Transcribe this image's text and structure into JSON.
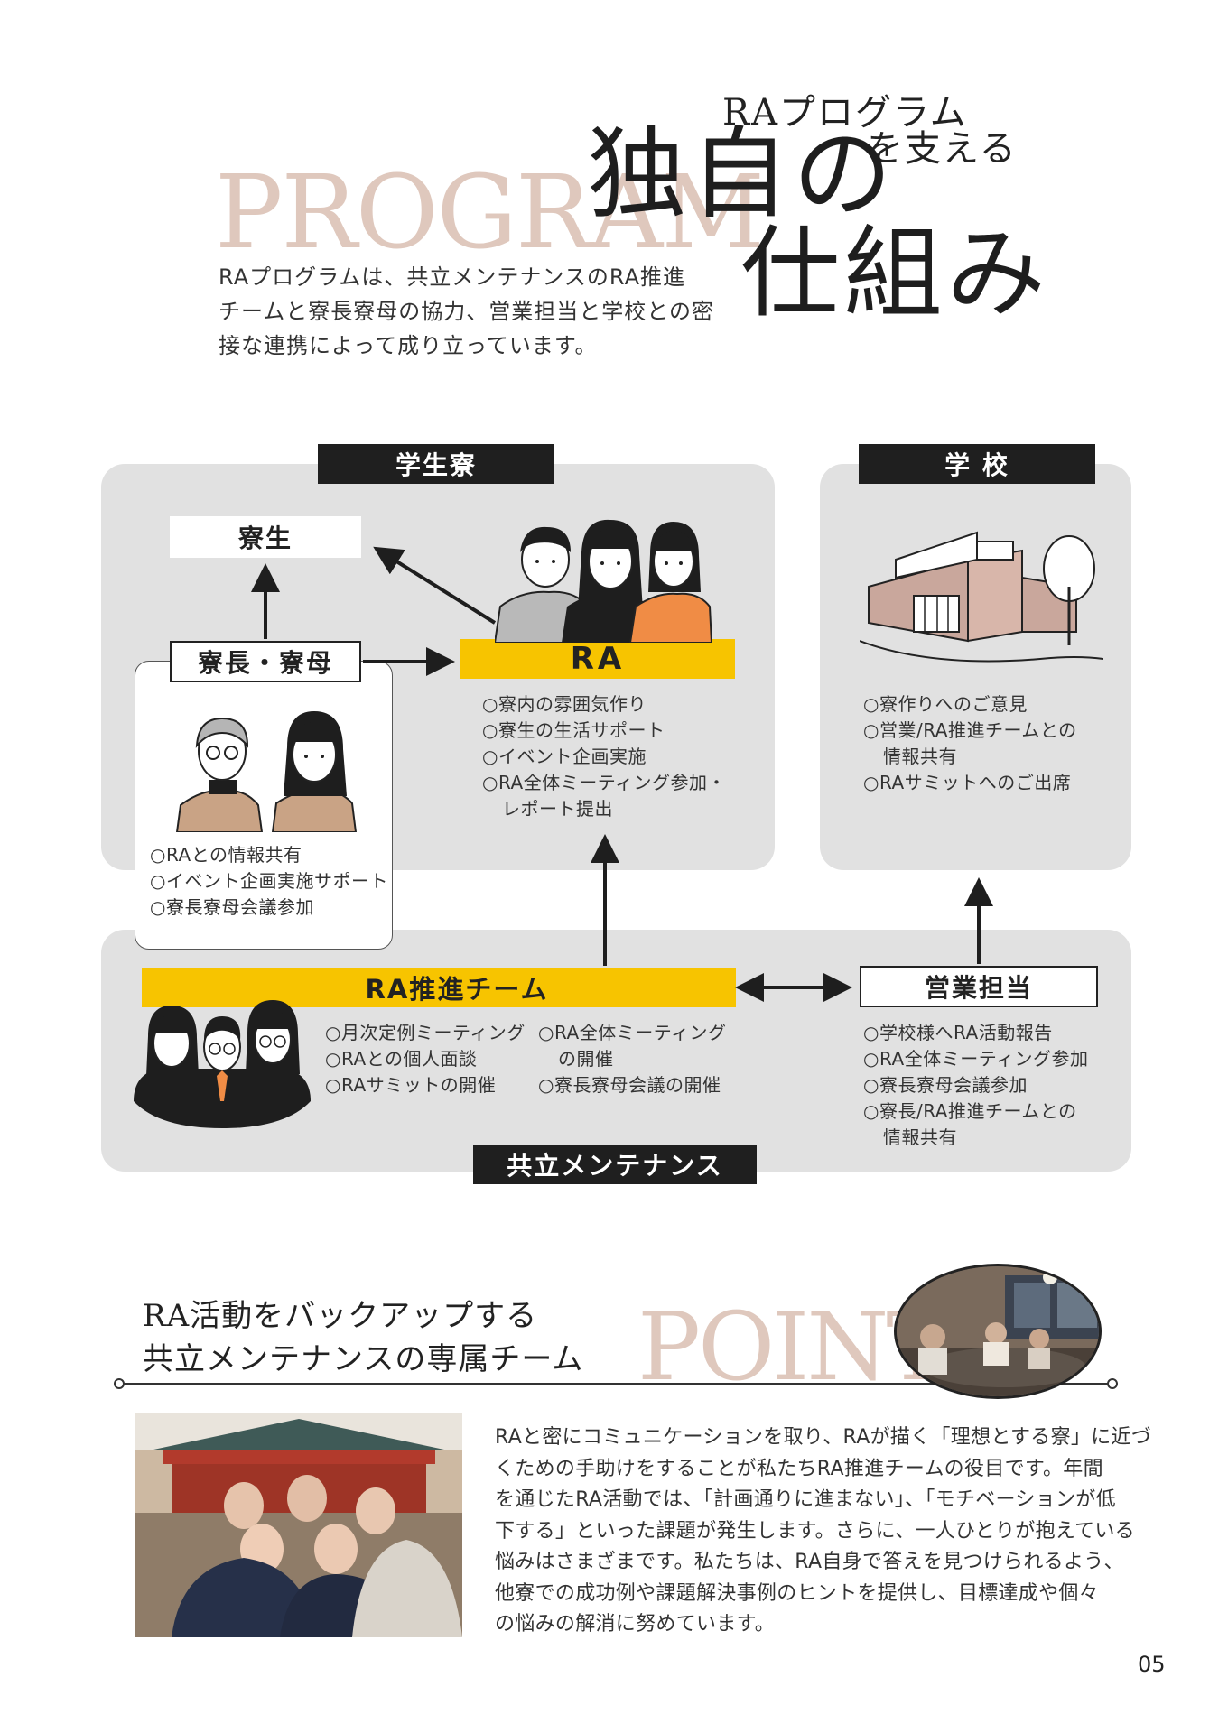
{
  "header": {
    "bg_word": "PROGRAM",
    "subtitle_line1": "RAプログラム",
    "subtitle_line2": "を支える",
    "title_line1": "独自の",
    "title_line2": "仕組み",
    "intro_lines": [
      "RAプログラムは、共立メンテナンスのRA推進",
      "チームと寮長寮母の協力、営業担当と学校との密",
      "接な連携によって成り立っています。"
    ]
  },
  "diagram": {
    "dorm_tag": "学生寮",
    "school_tag": "学 校",
    "company_tag": "共立メンテナンス",
    "ryosei_label": "寮生",
    "ryocho_label": "寮長・寮母",
    "ra_label": "RA",
    "team_label": "RA推進チーム",
    "eigyo_label": "営業担当",
    "ra_list": [
      "○寮内の雰囲気作り",
      "○寮生の生活サポート",
      "○イベント企画実施",
      "○RA全体ミーティング参加・",
      "レポート提出"
    ],
    "ryocho_list": [
      "○RAとの情報共有",
      "○イベント企画実施サポート",
      "○寮長寮母会議参加"
    ],
    "school_list": [
      "○寮作りへのご意見",
      "○営業/RA推進チームとの",
      "情報共有",
      "○RAサミットへのご出席"
    ],
    "team_list_1": [
      "○月次定例ミーティング",
      "○RAとの個人面談",
      "○RAサミットの開催"
    ],
    "team_list_2": [
      "○RA全体ミーティング",
      "の開催",
      "○寮長寮母会議の開催"
    ],
    "eigyo_list": [
      "○学校様へRA活動報告",
      "○RA全体ミーティング参加",
      "○寮長寮母会議参加",
      "○寮長/RA推進チームとの",
      "情報共有"
    ]
  },
  "point": {
    "bg_word": "POINT",
    "heading_line1": "RA活動をバックアップする",
    "heading_line2": "共立メンテナンスの専属チーム",
    "body_lines": [
      "RAと密にコミュニケーションを取り、RAが描く「理想とする寮」に近づ",
      "くための手助けをすることが私たちRA推進チームの役目です。年間",
      "を通じたRA活動では、「計画通りに進まない」、「モチベーションが低",
      "下する」といった課題が発生します。さらに、一人ひとりが抱えている",
      "悩みはさまざまです。私たちは、RA自身で答えを見つけられるよう、",
      "他寮での成功例や課題解決事例のヒントを提供し、目標達成や個々",
      "の悩みの解消に努めています。"
    ]
  },
  "page_number": "05",
  "colors": {
    "accent_yellow": "#f7c400",
    "beige": "#dfc8bd",
    "panel_gray": "#e1e1e1",
    "dark": "#1f1f1f"
  }
}
